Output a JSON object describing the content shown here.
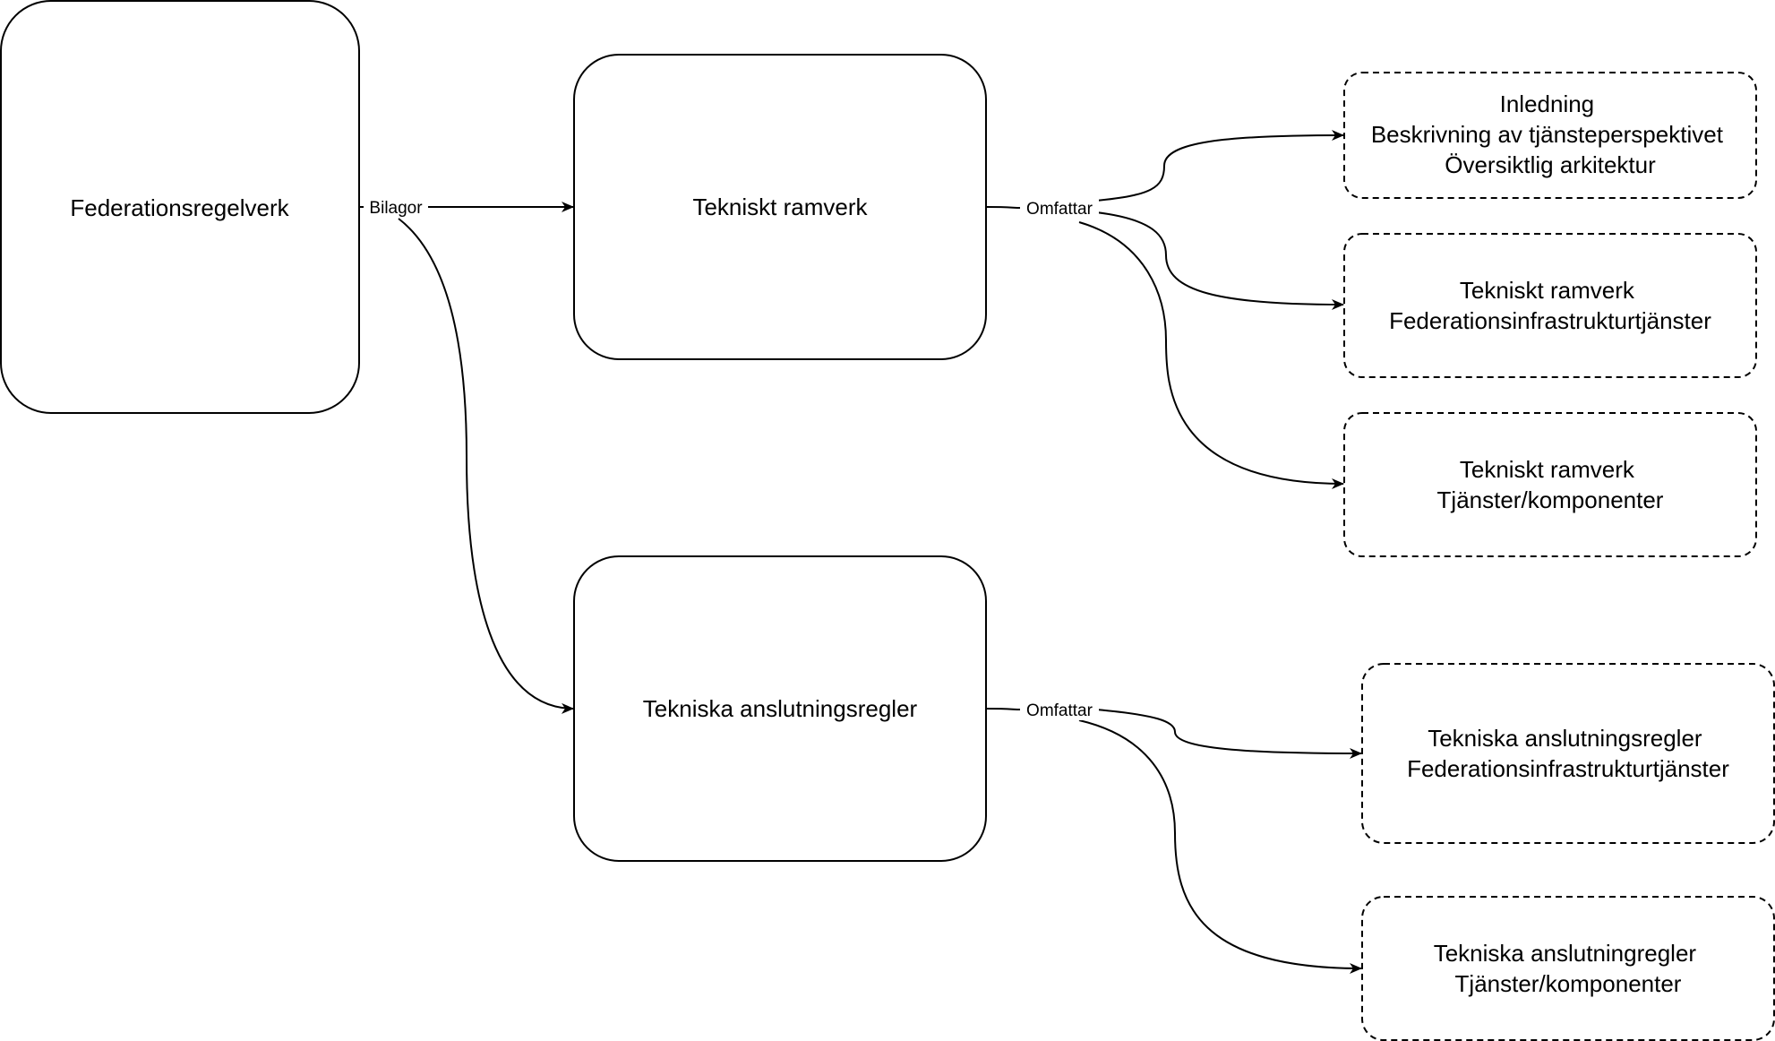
{
  "nodes": {
    "federationsregelverk": {
      "lines": [
        "Federationsregelverk"
      ]
    },
    "tekniskt_ramverk": {
      "lines": [
        "Tekniskt ramverk"
      ]
    },
    "tekniska_anslutningsregler": {
      "lines": [
        "Tekniska anslutningsregler"
      ]
    },
    "inledning": {
      "lines": [
        "Inledning",
        "Beskrivning av tjänsteperspektivet",
        "Översiktlig arkitektur"
      ]
    },
    "tr_federationsinfra": {
      "lines": [
        "Tekniskt ramverk",
        "Federationsinfrastrukturtjänster"
      ]
    },
    "tr_tjanster": {
      "lines": [
        "Tekniskt ramverk",
        "Tjänster/komponenter"
      ]
    },
    "tar_federationsinfra": {
      "lines": [
        "Tekniska anslutningsregler",
        "Federationsinfrastrukturtjänster"
      ]
    },
    "tar_tjanster": {
      "lines": [
        "Tekniska anslutningregler",
        "Tjänster/komponenter"
      ]
    }
  },
  "edges": {
    "bilagor": {
      "label": "Bilagor",
      "from": "federationsregelverk",
      "to": [
        "tekniskt_ramverk",
        "tekniska_anslutningsregler"
      ]
    },
    "omfattar_1": {
      "label": "Omfattar",
      "from": "tekniskt_ramverk",
      "to": [
        "inledning",
        "tr_federationsinfra",
        "tr_tjanster"
      ]
    },
    "omfattar_2": {
      "label": "Omfattar",
      "from": "tekniska_anslutningsregler",
      "to": [
        "tar_federationsinfra",
        "tar_tjanster"
      ]
    }
  },
  "colors": {
    "stroke": "#000000",
    "background": "#ffffff"
  }
}
